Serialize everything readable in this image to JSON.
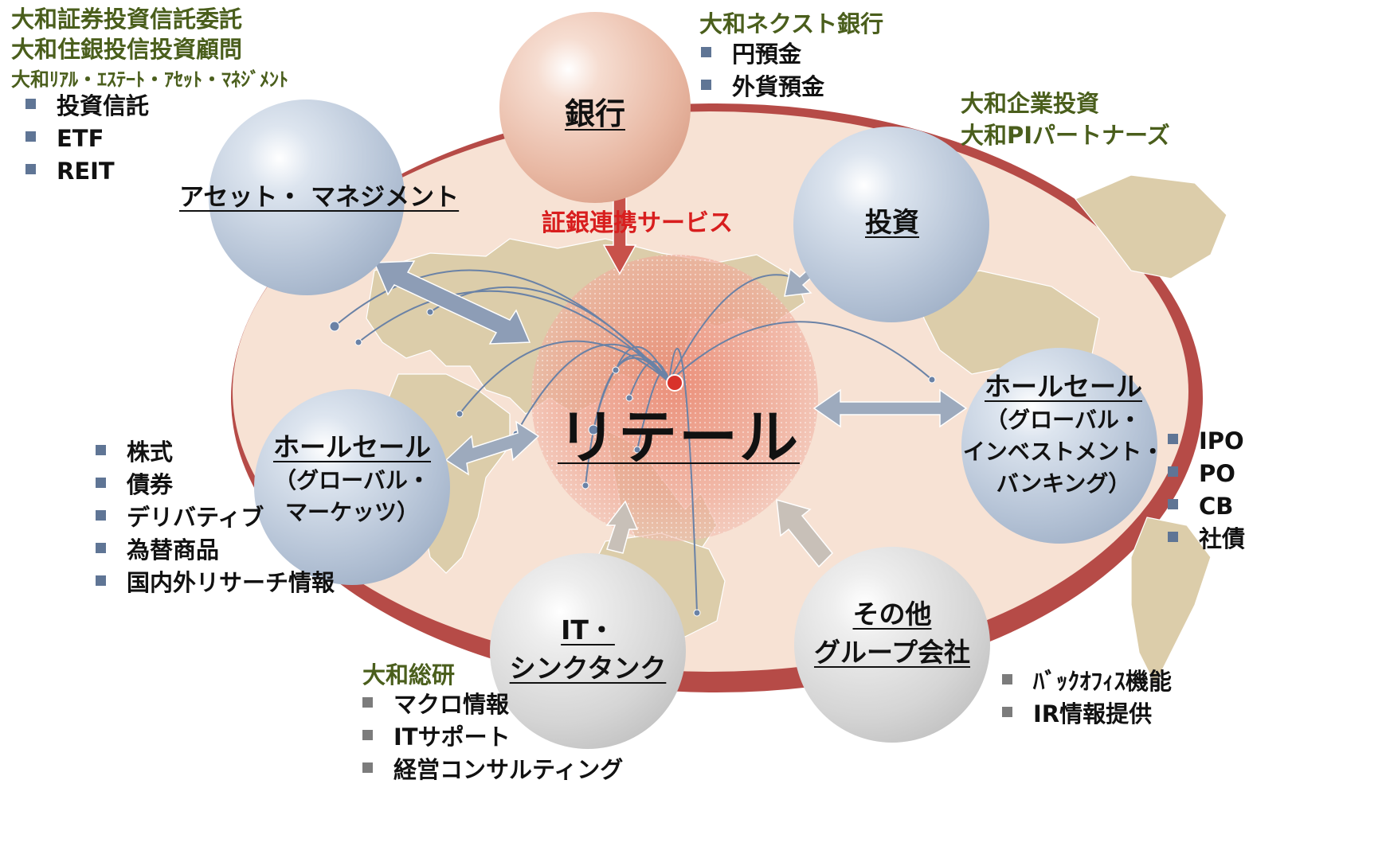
{
  "colors": {
    "ring": "#b64b47",
    "background_ellipse": "#f6e0d2",
    "group_name_text": "#4a5e1c",
    "bullet_blue": "#5f7595",
    "bullet_gray": "#7c7c7c",
    "highlight_red": "#d81e1e",
    "asset_circle": "#b6c4d7",
    "bank_circle": "#e8b7a1",
    "it_circle": "#d7d7d7"
  },
  "center": {
    "label": "リテール",
    "service_label": "証銀連携サービス"
  },
  "nodes": {
    "bank": {
      "title": "銀行",
      "companies": [
        "大和ネクスト銀行"
      ],
      "items": [
        "円預金",
        "外貨預金"
      ]
    },
    "asset_management": {
      "title": "アセット・ マネジメント",
      "companies": [
        "大和証券投資信託委託",
        "大和住銀投信投資顧問",
        "大和ﾘｱﾙ・ｴｽﾃｰﾄ・ｱｾｯﾄ・ﾏﾈｼﾞﾒﾝﾄ"
      ],
      "items": [
        "投資信託",
        "ETF",
        "REIT"
      ]
    },
    "investment": {
      "title": "投資",
      "companies": [
        "大和企業投資",
        "大和PIパートナーズ"
      ]
    },
    "wholesale_markets": {
      "title": "ホールセール",
      "subtitle_lines": [
        "（グローバル・",
        "マーケッツ）"
      ],
      "items": [
        "株式",
        "債券",
        "デリバティブ",
        "為替商品",
        "国内外リサーチ情報"
      ]
    },
    "wholesale_ib": {
      "title": "ホールセール",
      "subtitle_lines": [
        "（グローバル・",
        "インベストメント・",
        "バンキング）"
      ],
      "items": [
        "IPO",
        "PO",
        "CB",
        "社債"
      ]
    },
    "it_think_tank": {
      "title_lines": [
        "IT・",
        "シンクタンク"
      ],
      "companies": [
        "大和総研"
      ],
      "items": [
        "マクロ情報",
        "ITサポート",
        "経営コンサルティング"
      ]
    },
    "other_group": {
      "title_lines": [
        "その他",
        "グループ会社"
      ],
      "items": [
        "ﾊﾞｯｸｵﾌｨｽ機能",
        "IR情報提供"
      ]
    }
  }
}
